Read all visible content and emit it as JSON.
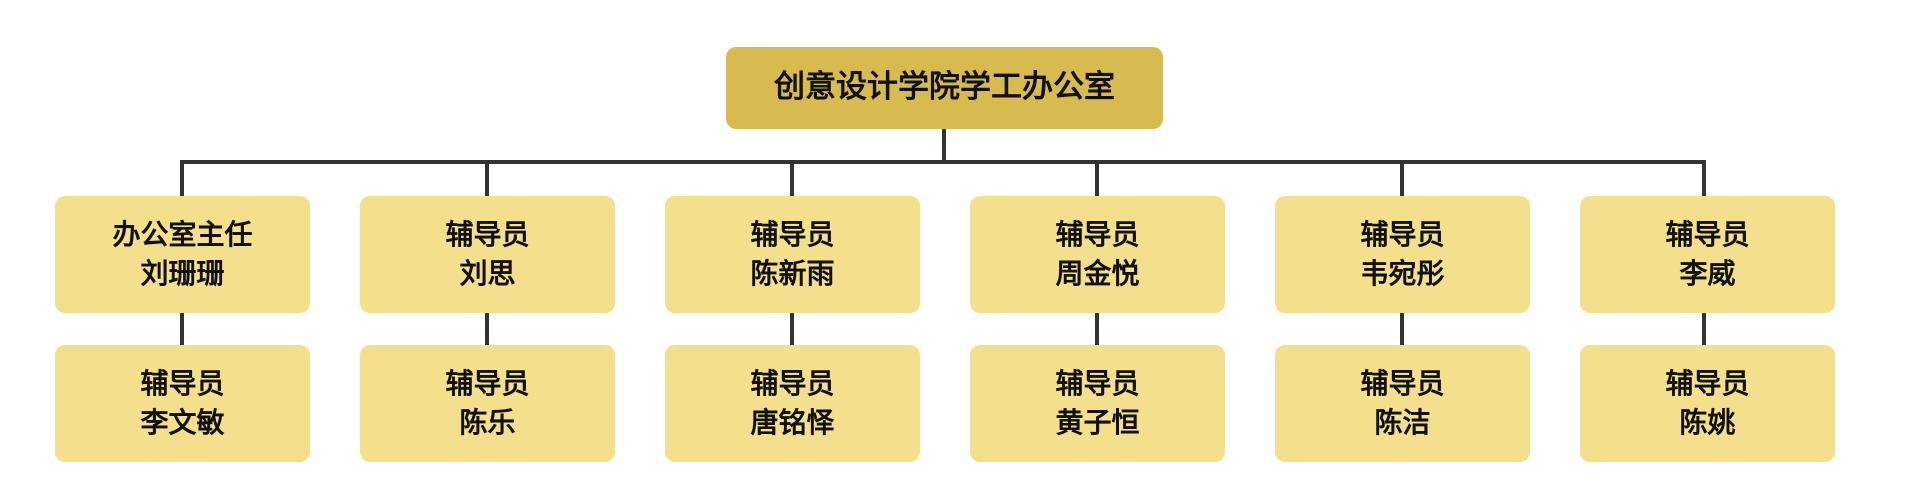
{
  "root": {
    "label": "创意设计学院学工办公室"
  },
  "columns": [
    {
      "top": {
        "role": "办公室主任",
        "name": "刘珊珊"
      },
      "bottom": {
        "role": "辅导员",
        "name": "李文敏"
      }
    },
    {
      "top": {
        "role": "辅导员",
        "name": "刘思"
      },
      "bottom": {
        "role": "辅导员",
        "name": "陈乐"
      }
    },
    {
      "top": {
        "role": "辅导员",
        "name": "陈新雨"
      },
      "bottom": {
        "role": "辅导员",
        "name": "唐铭怿"
      }
    },
    {
      "top": {
        "role": "辅导员",
        "name": "周金悦"
      },
      "bottom": {
        "role": "辅导员",
        "name": "黄子恒"
      }
    },
    {
      "top": {
        "role": "辅导员",
        "name": "韦宛彤"
      },
      "bottom": {
        "role": "辅导员",
        "name": "陈洁"
      }
    },
    {
      "top": {
        "role": "辅导员",
        "name": "李威"
      },
      "bottom": {
        "role": "辅导员",
        "name": "陈姚"
      }
    }
  ],
  "colors": {
    "root_fill": "#d8bb4e",
    "child_fill": "#f4df8c",
    "connector": "#333333",
    "text": "#111111"
  }
}
